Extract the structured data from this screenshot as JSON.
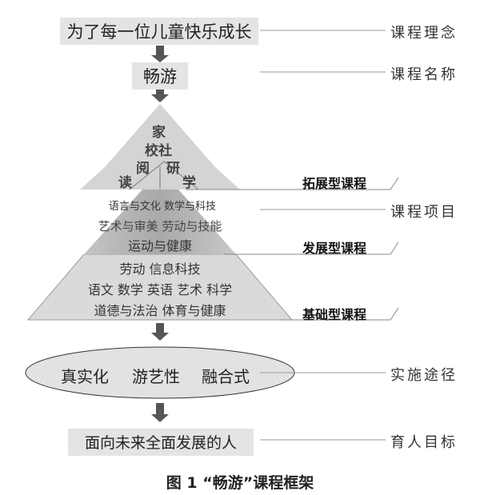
{
  "curriculum_idea": "为了每一位儿童快乐成长",
  "curriculum_name": "畅游",
  "pyramid": {
    "apex_chars": [
      "家",
      "校社",
      "阅",
      "研",
      "读",
      "学"
    ],
    "expansion_row1": "语言与文化   数学与科技",
    "expansion_row2": "艺术与审美  劳动与技能",
    "expansion_row3": "运动与健康",
    "foundation_row1": "劳动   信息科技",
    "foundation_row2": "语文  数学  英语  艺术  科学",
    "foundation_row3": "道德与法治   体育与健康"
  },
  "tiers": {
    "top": "拓展型课程",
    "middle": "发展型课程",
    "bottom": "基础型课程"
  },
  "paths": [
    "真实化",
    "游艺性",
    "融合式"
  ],
  "goal": "面向未来全面发展的人",
  "labels": {
    "idea": "课程理念",
    "name": "课程名称",
    "project": "课程项目",
    "path": "实施途径",
    "goal": "育人目标"
  },
  "caption": "图 1   “畅游”课程框架",
  "colors": {
    "box_fill": "#e4e4e4",
    "pyramid_top": "#cfcfcf",
    "pyramid_mid": "#b9b9b9",
    "pyramid_base": "#dcdcdc",
    "arrow": "#555555",
    "ellipse_fill": "#e0e0e0"
  }
}
